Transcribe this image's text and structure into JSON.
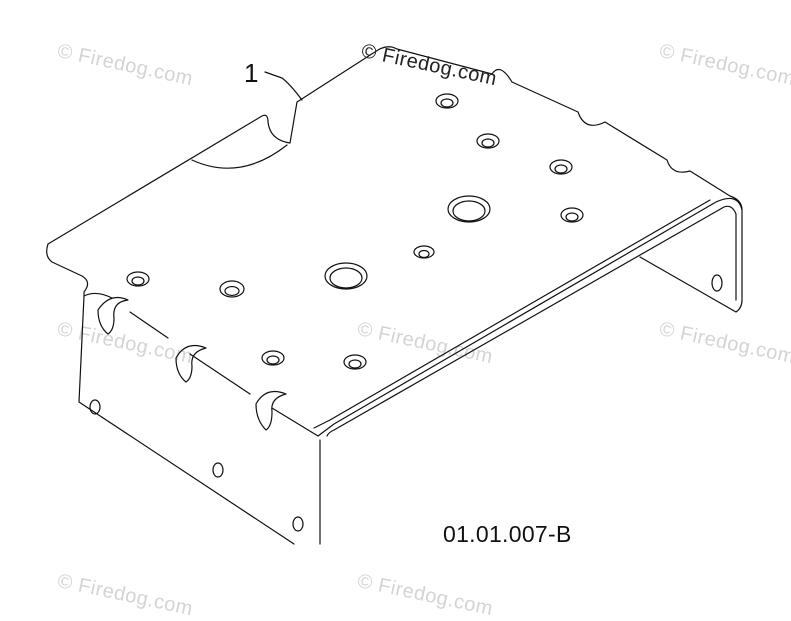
{
  "diagram": {
    "callout": "1",
    "part_code": "01.01.007-B",
    "watermarks": [
      "© Firedog.com",
      "© Firedog.com",
      "© Firedog.com",
      "© Firedog.com",
      "© Firedog.com",
      "© Firedog.com",
      "© Firedog.com",
      "© Firedog.com"
    ],
    "line_color": "#111111",
    "watermark_color": "#d4d4d4"
  }
}
